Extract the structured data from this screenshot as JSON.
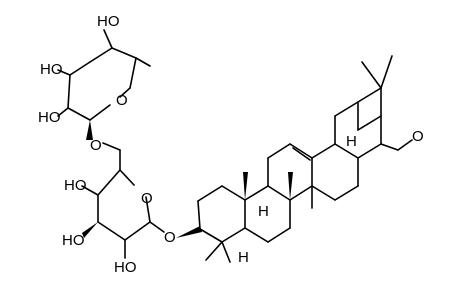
{
  "molecule": {
    "labels": {
      "oh_rham_top": "HO",
      "oh_rham_mid": "HO",
      "oh_rham_bot": "HO",
      "o_rham_ring": "O",
      "o_link": "O",
      "oh_glc_top": "HO",
      "oh_glc_mid": "HO",
      "oh_glc_bot": "HO",
      "o_glc_ring": "O",
      "o_glyco": "O",
      "h_c9": "H",
      "h_c5": "H",
      "h_c18": "H",
      "o_ald": "O"
    },
    "colors": {
      "ink": "#000000",
      "background": "#ffffff"
    }
  }
}
